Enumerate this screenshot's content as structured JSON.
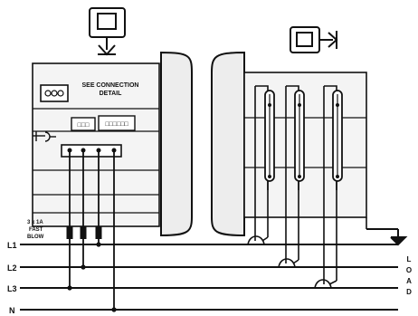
{
  "meter_box": {
    "title_line1": "SEE CONNECTION",
    "title_line2": "DETAIL"
  },
  "fuse_note": {
    "line1": "3 x 1A",
    "line2": "FAST",
    "line3": "BLOW"
  },
  "lines": [
    "L1",
    "L2",
    "L3",
    "N"
  ],
  "load_label": [
    "L",
    "O",
    "A",
    "D"
  ],
  "colors": {
    "ink": "#111111",
    "box_fill": "#f4f4f4",
    "background": "#ffffff"
  }
}
